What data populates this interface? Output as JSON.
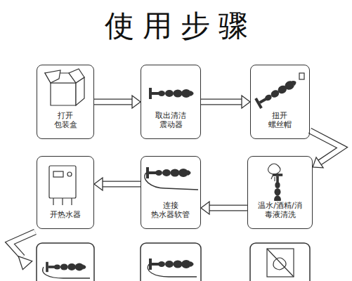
{
  "diagram": {
    "title": "使用步骤",
    "nodes": [
      {
        "text": [
          "打开 包装盒"
        ]
      },
      {
        "text": [
          "取出清洁 震动器"
        ]
      },
      {
        "text": [
          "扭开 螺丝帽"
        ]
      },
      {
        "text": [
          "温水/酒精/消 毒液清洗"
        ]
      },
      {
        "text": [
          "连接 热水器软管"
        ]
      },
      {
        "text": [
          "开热水器"
        ]
      }
    ],
    "edges": [
      {
        "from": 0,
        "to": 1,
        "arrow": "to"
      },
      {
        "from": 1,
        "to": 2,
        "arrow": "to"
      },
      {
        "from": 2,
        "to": 3,
        "arrow": "to"
      },
      {
        "from": 3,
        "to": 4,
        "arrow": "to"
      },
      {
        "from": 4,
        "to": 5,
        "arrow": "to"
      }
    ]
  }
}
